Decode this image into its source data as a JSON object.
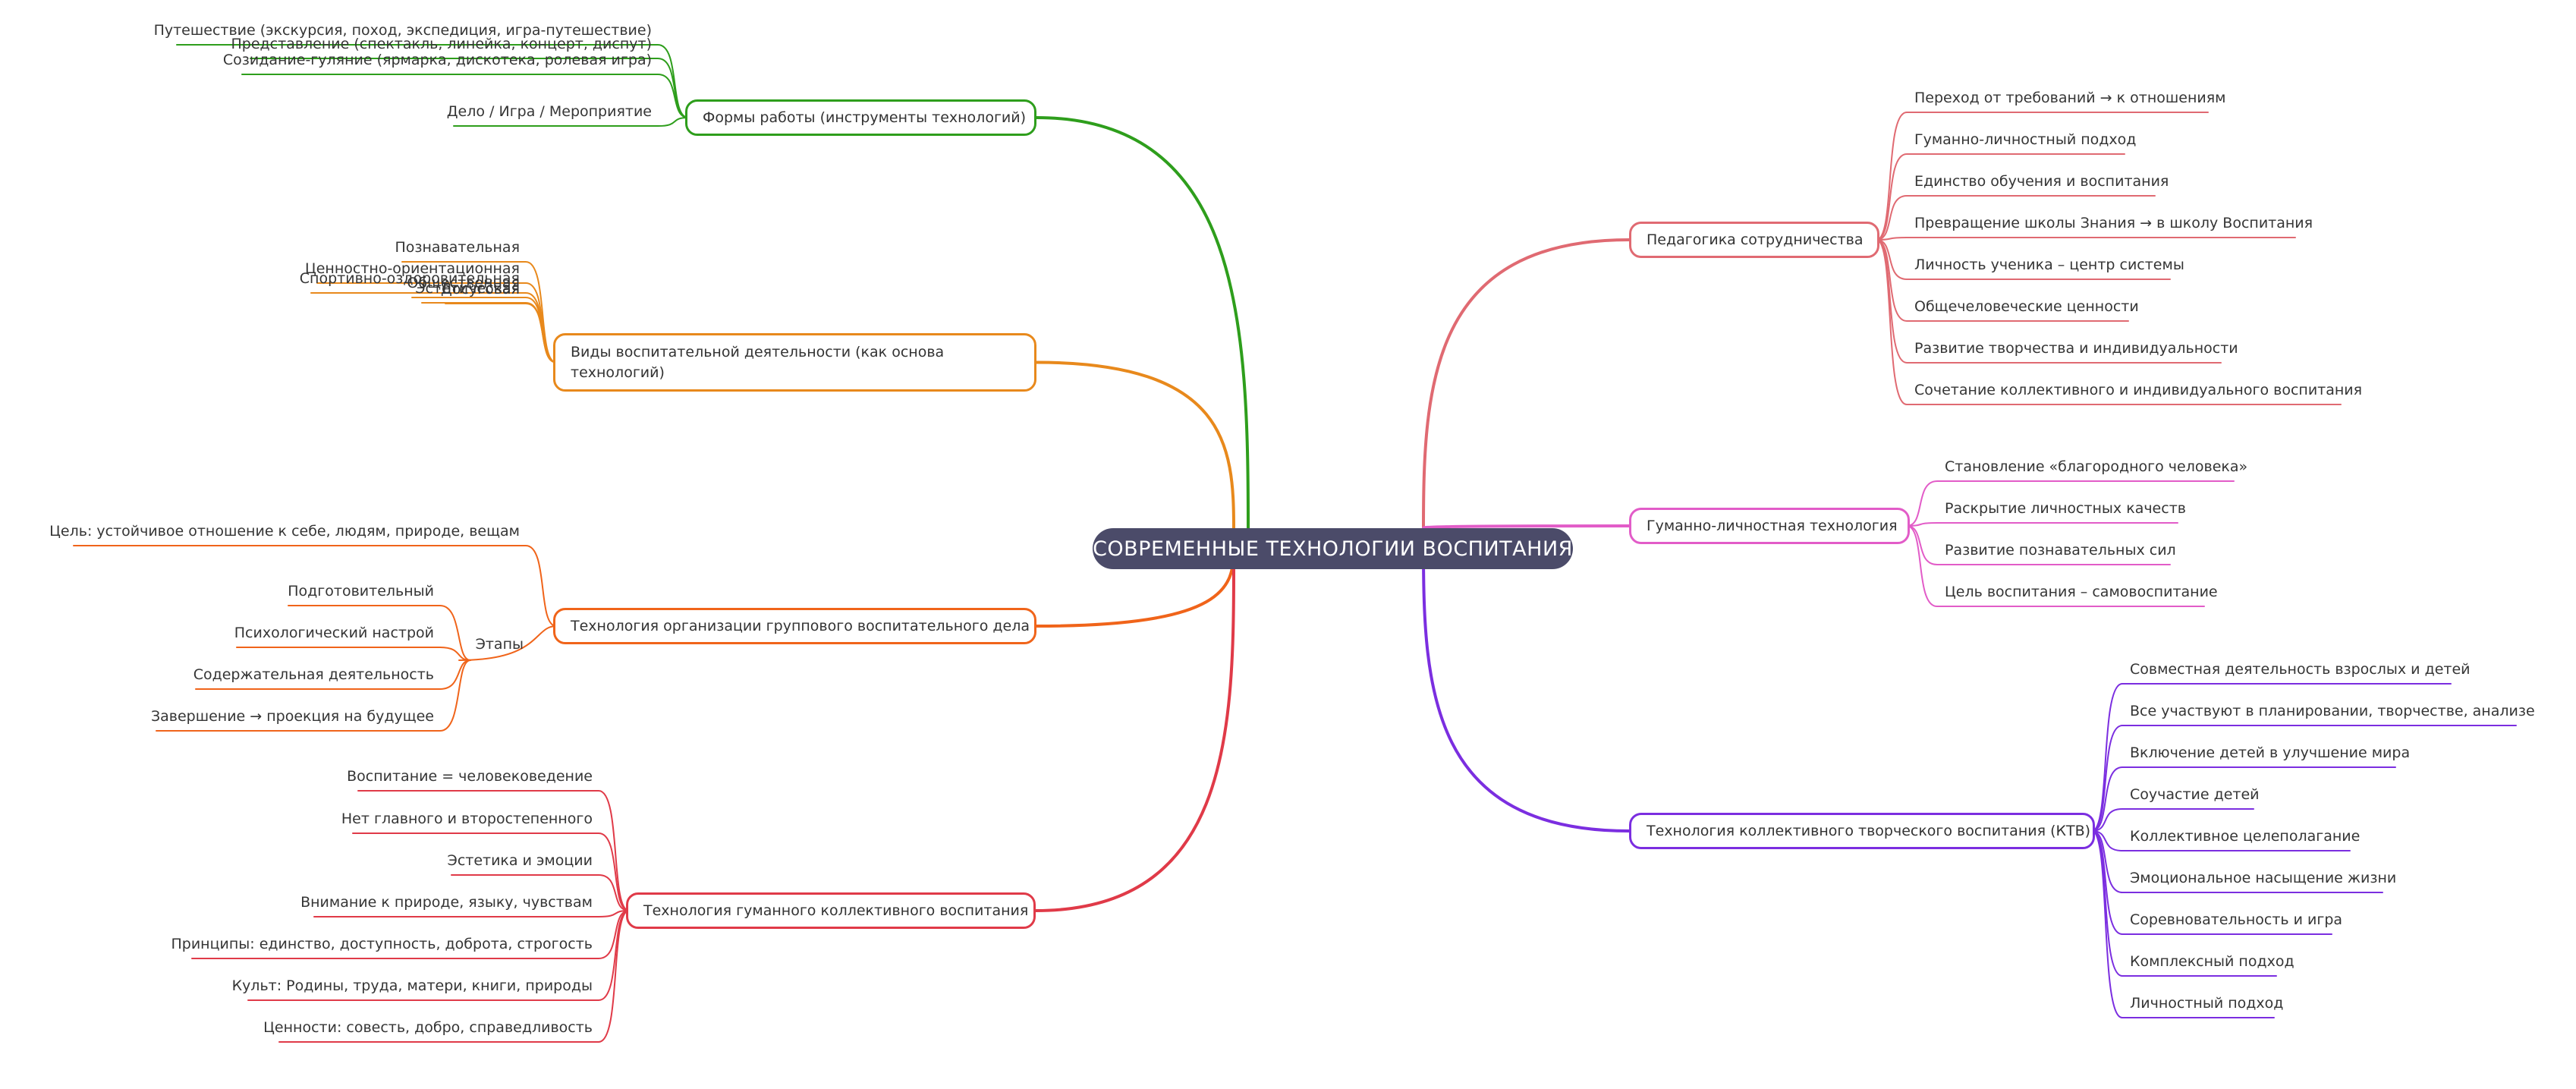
{
  "root": {
    "label": "СОВРЕМЕННЫЕ ТЕХНОЛОГИИ ВОСПИТАНИЯ"
  },
  "branches": [
    {
      "id": "forms",
      "label": "Формы работы (инструменты технологий)",
      "color": "#2e9e1c",
      "children": [
        {
          "label": "Представление (спектакль, линейка, концерт, диспут)"
        },
        {
          "label": "Созидание-гуляние (ярмарка, дискотека, ролевая игра)"
        },
        {
          "label": "Путешествие (экскурсия, поход, экспедиция, игра-путешествие)"
        },
        {
          "label": "Дело / Игра / Мероприятие"
        }
      ]
    },
    {
      "id": "kinds",
      "label": "Виды воспитательной деятельности (как основа технологий)",
      "color": "#e8891c",
      "children": [
        {
          "label": "Познавательная"
        },
        {
          "label": "Ценностно-ориентационная"
        },
        {
          "label": "Общественная"
        },
        {
          "label": "Эстетическая"
        },
        {
          "label": "Досуговая"
        },
        {
          "label": "Спортивно-оздоровительная"
        }
      ]
    },
    {
      "id": "group",
      "label": "Технология организации группового воспитательного дела",
      "color": "#f0641a",
      "children": [
        {
          "label": "Цель: устойчивое отношение к себе, людям, природе, вещам"
        },
        {
          "label": "Этапы",
          "children": [
            {
              "label": "Подготовительный"
            },
            {
              "label": "Психологический настрой"
            },
            {
              "label": "Содержательная деятельность"
            },
            {
              "label": "Завершение → проекция на будущее"
            }
          ]
        }
      ]
    },
    {
      "id": "humane",
      "label": "Технология гуманного коллективного воспитания",
      "color": "#e03a48",
      "children": [
        {
          "label": "Воспитание = человековедение"
        },
        {
          "label": "Нет главного и второстепенного"
        },
        {
          "label": "Эстетика и эмоции"
        },
        {
          "label": "Внимание к природе, языку, чувствам"
        },
        {
          "label": "Принципы: единство, доступность, доброта, строгость"
        },
        {
          "label": "Культ: Родины, труда, матери, книги, природы"
        },
        {
          "label": "Ценности: совесть, добро, справедливость"
        }
      ]
    },
    {
      "id": "coop",
      "label": "Педагогика сотрудничества",
      "color": "#e06a72",
      "children": [
        {
          "label": "Переход от требований → к отношениям"
        },
        {
          "label": "Гуманно-личностный подход"
        },
        {
          "label": "Единство обучения и воспитания"
        },
        {
          "label": "Превращение школы Знания → в школу Воспитания"
        },
        {
          "label": "Личность ученика – центр системы"
        },
        {
          "label": "Общечеловеческие ценности"
        },
        {
          "label": "Развитие творчества и индивидуальности"
        },
        {
          "label": "Сочетание коллективного и индивидуального воспитания"
        }
      ]
    },
    {
      "id": "personal",
      "label": "Гуманно-личностная технология",
      "color": "#e25cc8",
      "children": [
        {
          "label": "Становление «благородного человека»"
        },
        {
          "label": "Раскрытие личностных качеств"
        },
        {
          "label": "Развитие познавательных сил"
        },
        {
          "label": "Цель воспитания – самовоспитание"
        }
      ]
    },
    {
      "id": "ktv",
      "label": "Технология коллективного творческого воспитания (КТВ)",
      "color": "#7b2ee0",
      "children": [
        {
          "label": "Совместная деятельность взрослых и детей"
        },
        {
          "label": "Все участвуют в планировании, творчестве, анализе"
        },
        {
          "label": "Включение детей в улучшение мира"
        },
        {
          "label": "Соучастие детей"
        },
        {
          "label": "Коллективное целеполагание"
        },
        {
          "label": "Эмоциональное насыщение жизни"
        },
        {
          "label": "Соревновательность и игра"
        },
        {
          "label": "Комплексный подход"
        },
        {
          "label": "Личностный подход"
        }
      ]
    }
  ]
}
